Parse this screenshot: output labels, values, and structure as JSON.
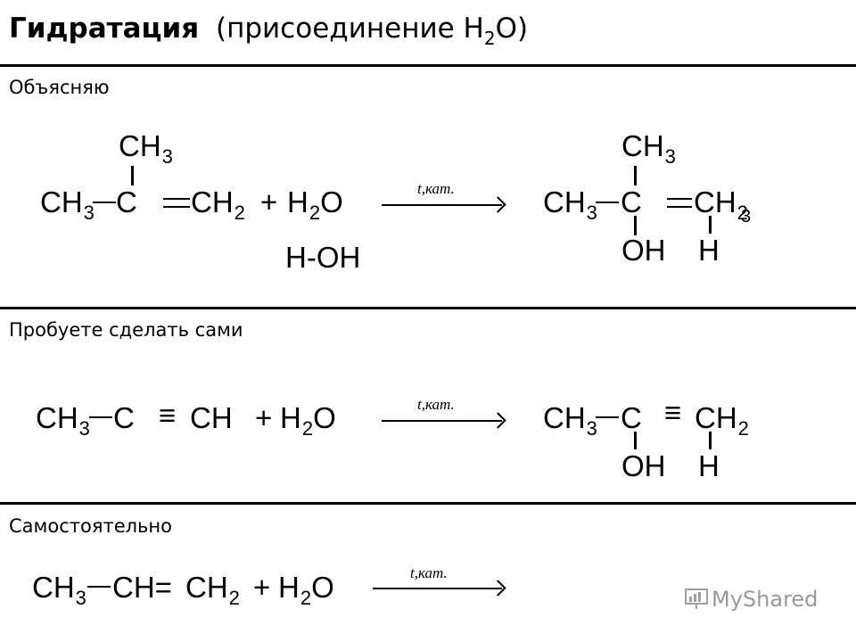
{
  "title": {
    "main": "Гидратация",
    "paren_open": "(присоединение H",
    "paren_sub": "2",
    "paren_close": "O)"
  },
  "sections": {
    "explain": "Объясняю",
    "try": "Пробуете сделать сами",
    "self": "Самостоятельно"
  },
  "chem": {
    "ch": "CH",
    "c": "C",
    "h": "H",
    "o": "O",
    "oh": "OH",
    "h2o_h": "H",
    "n2": "2",
    "n3": "3",
    "plus": "+",
    "hoh": "H-OH",
    "cond": "t,кат.",
    "double": "=",
    "triple": "≡",
    "chdouble": "CH=",
    "overlap": "3"
  },
  "watermark": {
    "text": "MyShared",
    "icon": "presentation-icon"
  }
}
